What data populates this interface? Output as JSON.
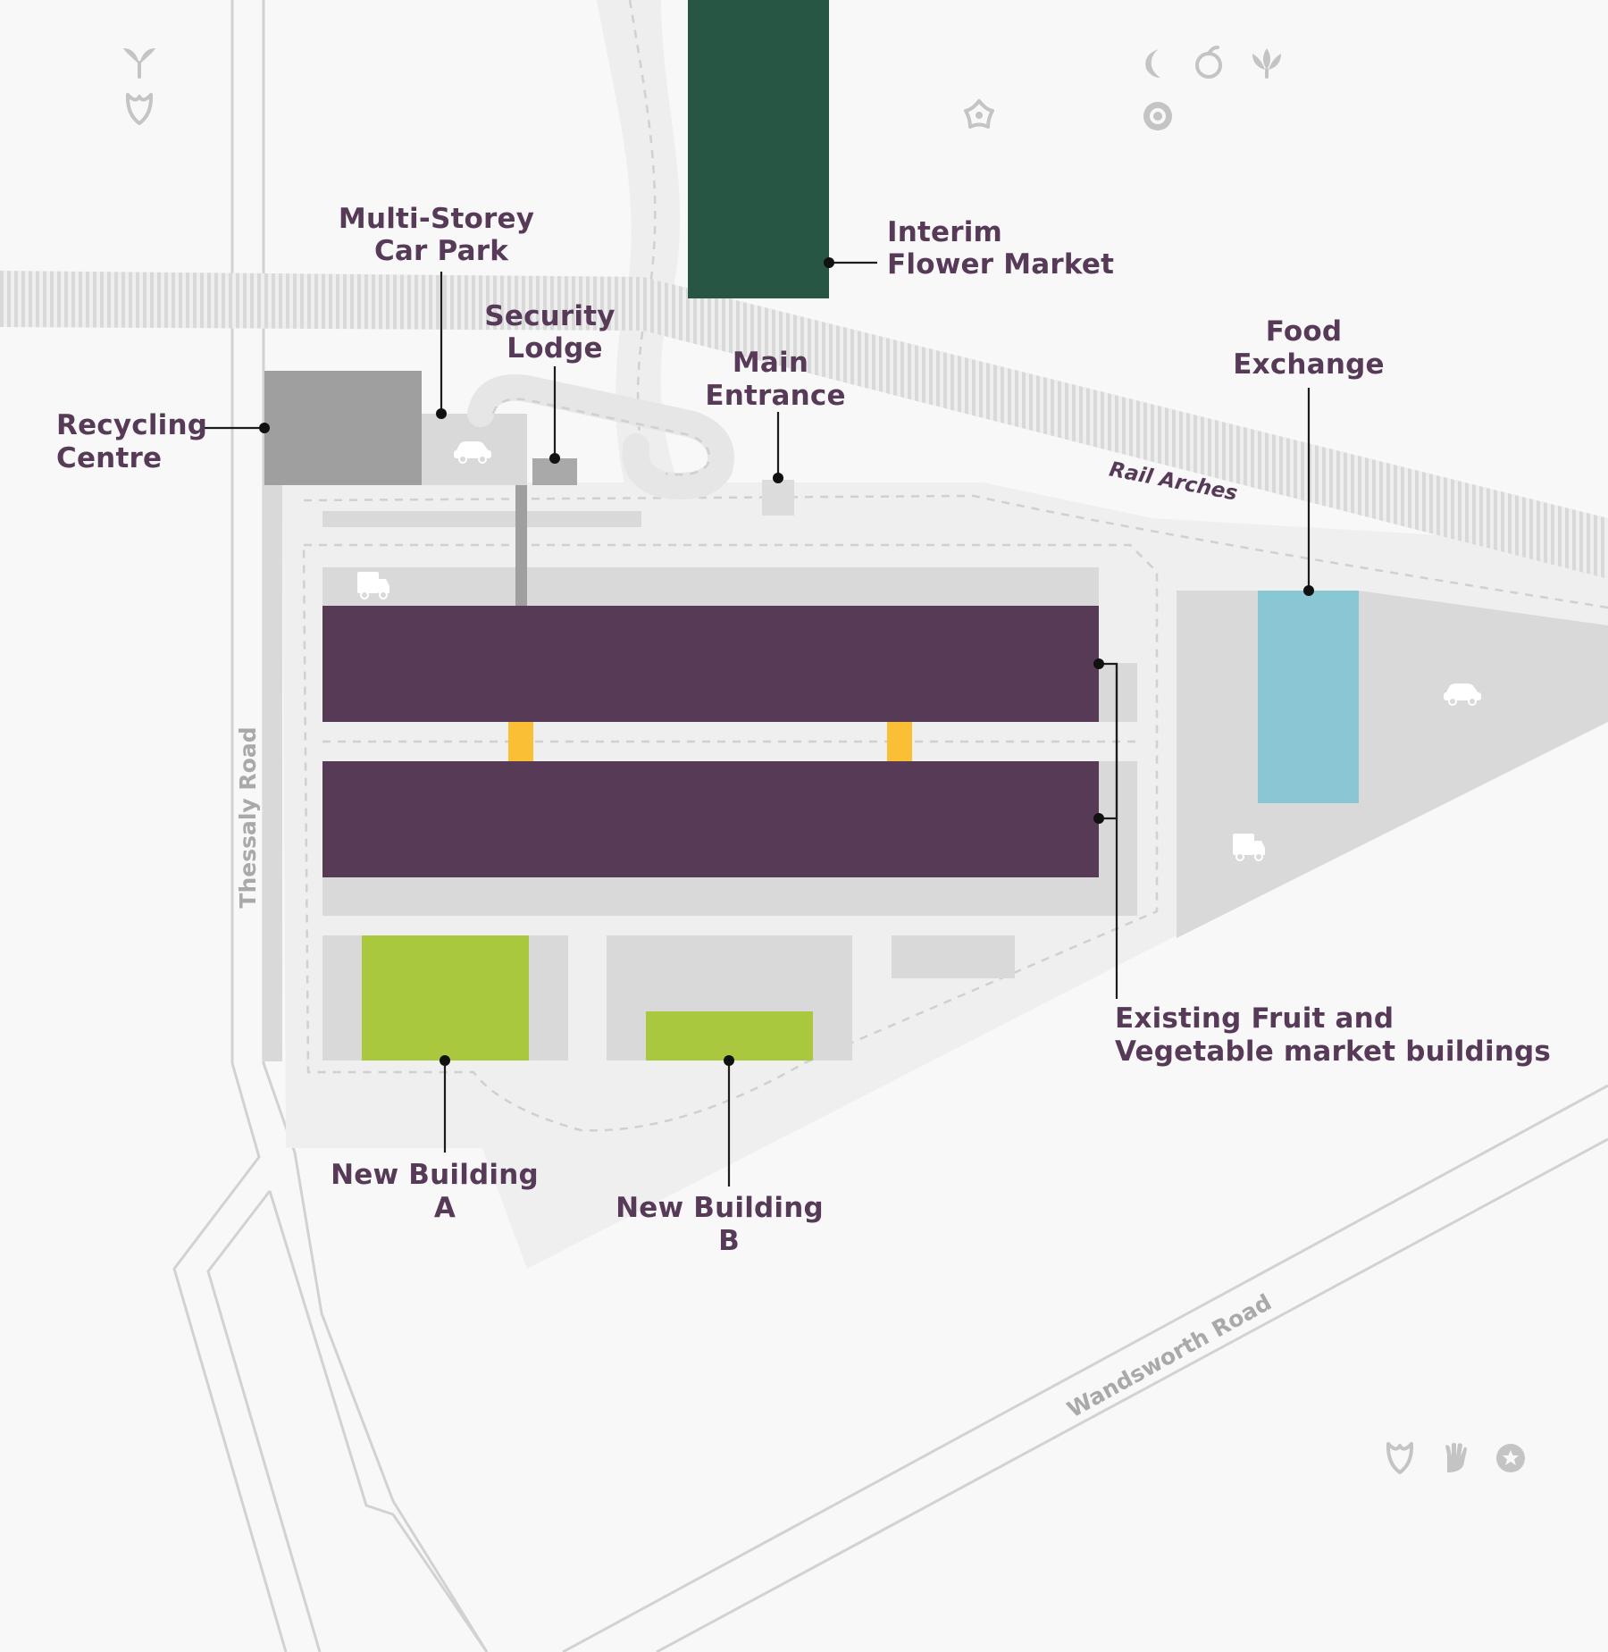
{
  "map": {
    "colors": {
      "background": "#f8f8f8",
      "site_paving": "#efefef",
      "yard": "#d9d9d9",
      "existing_market": "#573b56",
      "flower_market": "#285644",
      "food_exchange": "#8ac7d5",
      "new_buildings": "#aac83e",
      "link_bridges": "#fbbf35",
      "recycling": "#9f9f9f",
      "label_text": "#563a57",
      "road_text": "#a9a9a9"
    },
    "labels": {
      "multi_storey_car_park": [
        "Multi-Storey",
        "Car Park"
      ],
      "security_lodge": [
        "Security",
        "Lodge"
      ],
      "interim_flower_market": [
        "Interim",
        "Flower Market"
      ],
      "recycling_centre": [
        "Recycling",
        "Centre"
      ],
      "main_entrance": [
        "Main",
        "Entrance"
      ],
      "food_exchange": [
        "Food",
        "Exchange"
      ],
      "existing_market_buildings": [
        "Existing Fruit and",
        "Vegetable market buildings"
      ],
      "new_building_a": [
        "New Building",
        "A"
      ],
      "new_building_b": [
        "New Building",
        "B"
      ]
    },
    "roads": {
      "thessaly_road": "Thessaly Road",
      "wandsworth_road": "Wandsworth Road",
      "rail_arches": "Rail Arches"
    },
    "icons": [
      "car-icon",
      "van-icon",
      "sprout-icon",
      "tulip-icon",
      "moon-icon",
      "apple-icon",
      "lotus-icon",
      "flower-icon",
      "rose-icon",
      "hand-icon",
      "star-badge-icon"
    ]
  }
}
